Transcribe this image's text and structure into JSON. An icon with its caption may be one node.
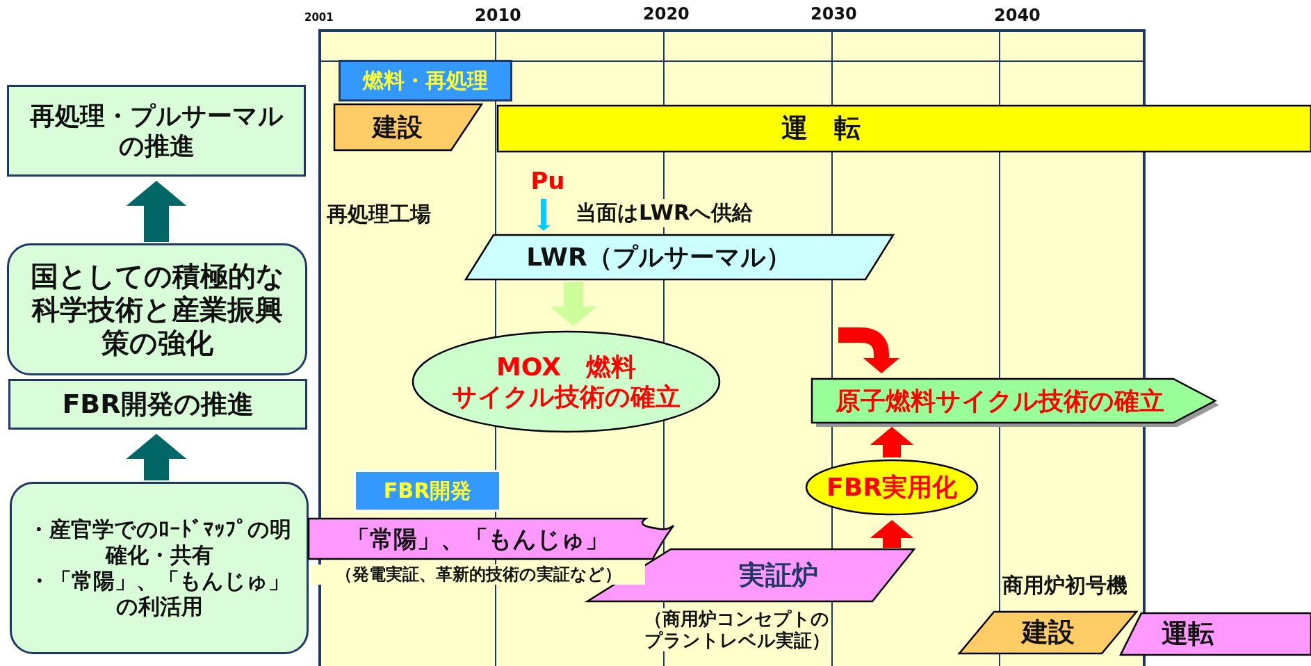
{
  "diagram": {
    "nodes": [
      {
        "text": [
          "再処理・プルサーマルの推進"
        ]
      },
      {
        "text": [
          "国としての積極的な科学技術と産業振興策の強化"
        ]
      },
      {
        "text": [
          "FBR開発の推進"
        ]
      },
      {
        "text": [
          "・産官学でのﾛｰﾄﾞﾏｯﾌﾟの明確化・共有",
          "・「常陽」、「もんじゅ」の利活用"
        ]
      },
      {
        "text": [
          "燃料・再処理"
        ]
      },
      {
        "text": [
          "建設"
        ]
      },
      {
        "text": [
          "運　転"
        ]
      },
      {
        "text": [
          "Pu"
        ]
      },
      {
        "text": [
          "LWR（プルサーマル）"
        ]
      },
      {
        "text": [
          "MOX　燃料",
          "サイクル技術の確立"
        ]
      },
      {
        "text": [
          "原子燃料サイクル技術の確立"
        ]
      },
      {
        "text": [
          "FBR実用化"
        ]
      },
      {
        "text": [
          "FBR開発"
        ]
      },
      {
        "text": [
          "「常陽」、「もんじゅ」"
        ],
        "beside": [
          "（発電実証、革新的技術の実証など）"
        ]
      },
      {
        "text": [
          "実証炉"
        ],
        "beside": [
          "（商用炉コンセプトのプラントレベル実証）"
        ]
      },
      {
        "text": [
          "建設"
        ]
      },
      {
        "text": [
          "運転"
        ]
      }
    ],
    "edges": [
      {
        "from": 1,
        "to": 0,
        "arrow": "to",
        "color": "#006666"
      },
      {
        "from": 3,
        "to": 2,
        "arrow": "to",
        "color": "#006666"
      },
      {
        "from": 7,
        "to": 8,
        "arrow": "to",
        "color": "#00ccff"
      },
      {
        "from": 8,
        "to": 9,
        "arrow": "to",
        "color": "#ccff99"
      },
      {
        "from": null,
        "to": 10,
        "arrow": "to",
        "color": "#ff0000"
      },
      {
        "from": 11,
        "to": 10,
        "arrow": "to",
        "color": "#ff0000"
      },
      {
        "from": 14,
        "to": 11,
        "arrow": "to",
        "color": "#ff0000"
      }
    ],
    "labels": [
      "2001",
      "2010",
      "2020",
      "2030",
      "2040",
      "再処理工場",
      "当面はLWRへ供給",
      "商用炉初号機"
    ]
  }
}
